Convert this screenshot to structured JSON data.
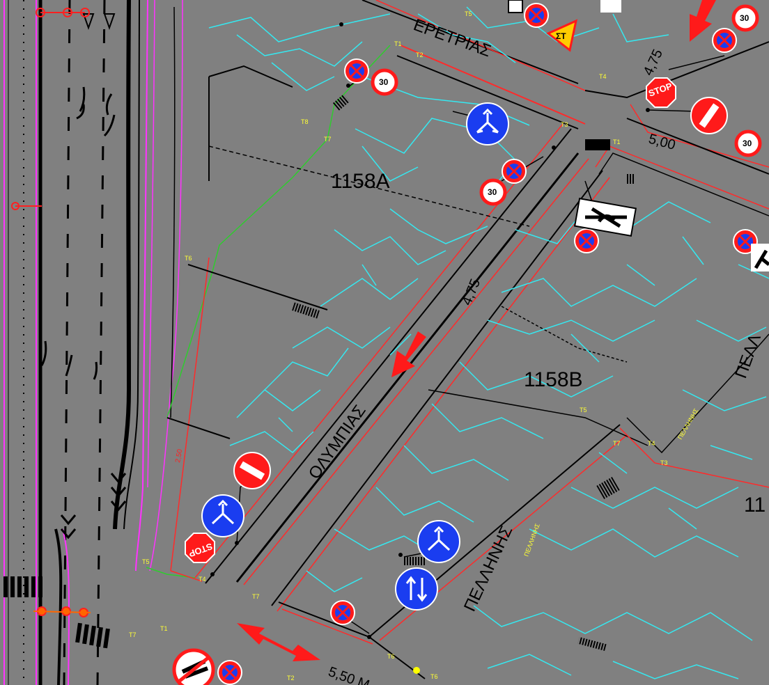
{
  "map": {
    "background": "#808080",
    "colors": {
      "parcel": "#35e8f0",
      "boundary": "#ff2a2a",
      "road_edge": "#000000",
      "magenta": "#ff33ff",
      "green": "#2ecc2e",
      "sign_red": "#ff1a1a",
      "sign_blue": "#1a3df0",
      "point_label": "#ffff33"
    },
    "block_labels": {
      "north": "1158A",
      "south": "1158B",
      "edge": "11"
    },
    "streets": {
      "eretrias": "ΕΡΕΤΡΙΑΣ",
      "olympias": "ΟΛΥΜΠΙΑΣ",
      "pellinis_main": "ΠΕΛΛΗΝΗΣ",
      "pellinis_right": "ΠΕΛΛ"
    },
    "dimensions": {
      "d_top": "4,75",
      "d_mid": "4,75",
      "d_right": "5,00",
      "d_bottom": "5,50 Μ",
      "d_left": "2,50"
    },
    "point_labels": [
      "T1",
      "T2",
      "T3",
      "T4",
      "T5",
      "T6",
      "T7",
      "T8"
    ],
    "sign_texts": {
      "stop": "STOP",
      "speed": "30",
      "warning": "ΣΤ"
    },
    "icons": [
      "no-entry-sign-icon",
      "no-parking-sign-icon",
      "speed-limit-sign-icon",
      "stop-sign-icon",
      "blue-direction-sign-icon",
      "one-way-arrow-icon",
      "warning-triangle-icon",
      "two-way-arrow-icon"
    ]
  }
}
